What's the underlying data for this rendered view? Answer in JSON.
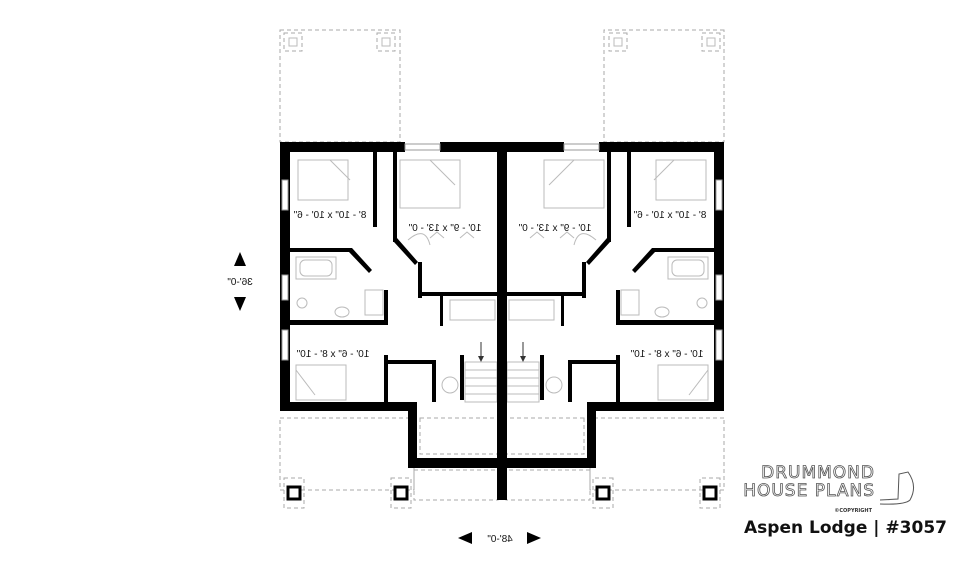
{
  "plan": {
    "rooms": [
      {
        "label": "8' - 10\" x 10' - 6\""
      },
      {
        "label": "10' - 9\" x 13' - 0\""
      },
      {
        "label": "10' - 9\" x 13' - 0\""
      },
      {
        "label": "8' - 10\" x 10' - 6\""
      },
      {
        "label": "10' - 6\" x 8' - 10\""
      },
      {
        "label": "10' - 6\" x 8' - 10\""
      }
    ],
    "dimensions": {
      "depth": "36'-0\"",
      "width": "48'-0\""
    },
    "text_mirrored": true
  },
  "logo": {
    "line1": "DRUMMOND",
    "line2": "HOUSE PLANS",
    "copyright": "©COPYRIGHT"
  },
  "caption": "Aspen Lodge | #3057"
}
